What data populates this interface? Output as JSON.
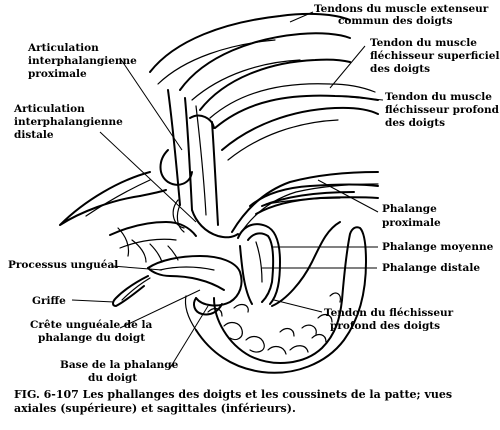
{
  "labels": {
    "ext_tendon": [
      "Tendons du muscle extenseur",
      "commun des doigts"
    ],
    "flex_sup": [
      "Tendon du muscle",
      "fléchisseur superficiel",
      "des doigts"
    ],
    "flex_prof": [
      "Tendon du muscle",
      "fléchisseur profond",
      "des doigts"
    ],
    "art_prox": [
      "Articulation",
      "interphalangienne",
      "proximale"
    ],
    "art_dist": [
      "Articulation",
      "interphalangienne",
      "distale"
    ],
    "phal_prox": [
      "Phalange",
      "proximale"
    ],
    "phal_moy": "Phalange moyenne",
    "phal_dist": "Phalange distale",
    "proc_ungueal": "Processus unguéal",
    "griffe": "Griffe",
    "crete": [
      "Crête unguéale de la",
      "phalange du doigt"
    ],
    "base": [
      "Base de la phalange",
      "du doigt"
    ],
    "tendon_flex_prof": [
      "Tendon du fléchisseur",
      "profond des doigts"
    ]
  },
  "caption": "FIG. 6-107 Les phallanges des doigts et les coussinets de la patte; vues axiales (supérieure) et sagittales (inférieurs)."
}
